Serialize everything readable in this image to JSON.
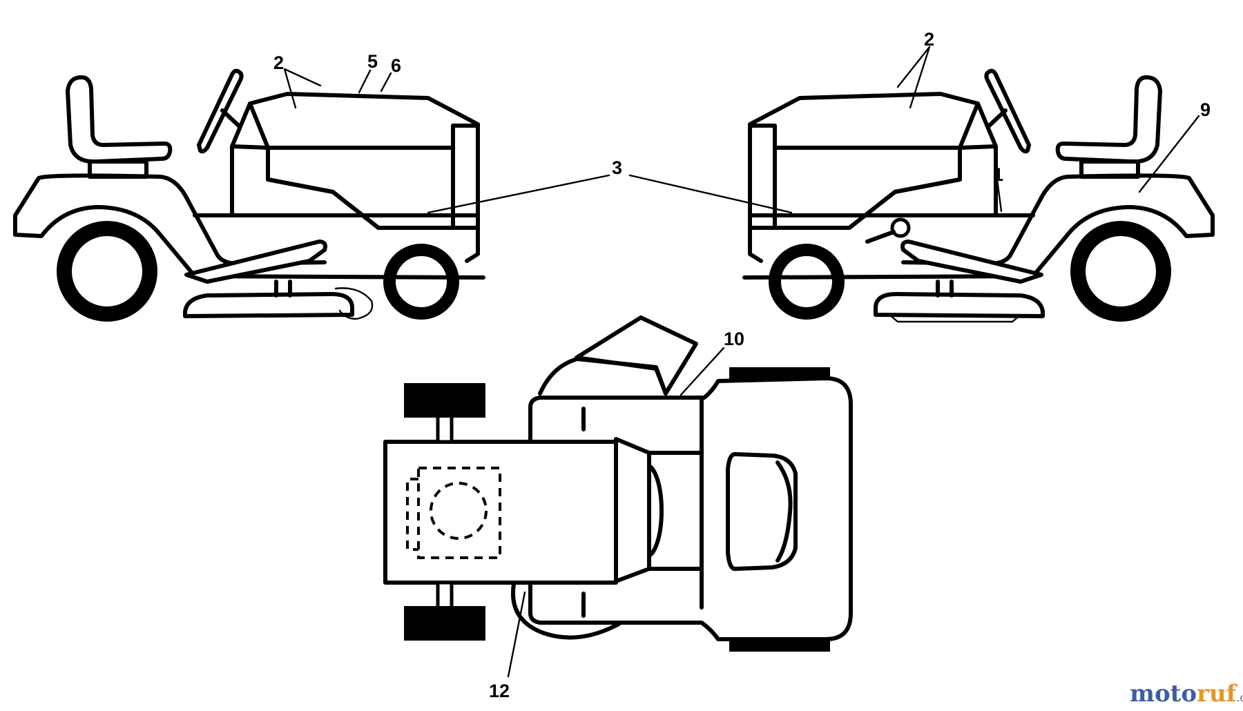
{
  "diagram": {
    "callouts": {
      "c2_left": "2",
      "c5": "5",
      "c6": "6",
      "c2_right": "2",
      "c9": "9",
      "c3": "3",
      "c1": "1",
      "c10": "10",
      "c12": "12"
    },
    "watermark": {
      "brand_part1": "moto",
      "brand_part2": "ruf",
      "brand_suffix": ".de"
    }
  },
  "colors": {
    "line": "#000000",
    "background": "#ffffff",
    "watermark_blue": "#3a5ea8",
    "watermark_orange": "#e8942a",
    "watermark_gray": "#666666"
  }
}
